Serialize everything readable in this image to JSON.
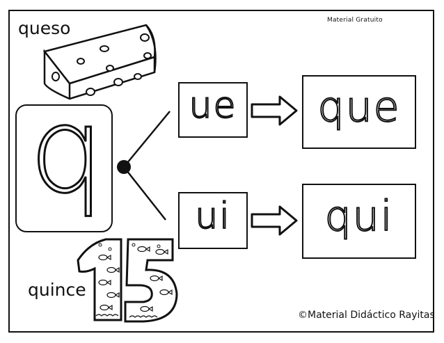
{
  "header": {
    "credit": "Material Gratuito"
  },
  "pictures": {
    "cheese": {
      "word": "queso"
    },
    "fifteen": {
      "word": "quince"
    }
  },
  "main_letter": {
    "letter": "q"
  },
  "syllables": [
    {
      "part": "ue",
      "full": "que"
    },
    {
      "part": "ui",
      "full": "qui"
    }
  ],
  "footer": {
    "credit": "©Material Didáctico Rayitas"
  }
}
